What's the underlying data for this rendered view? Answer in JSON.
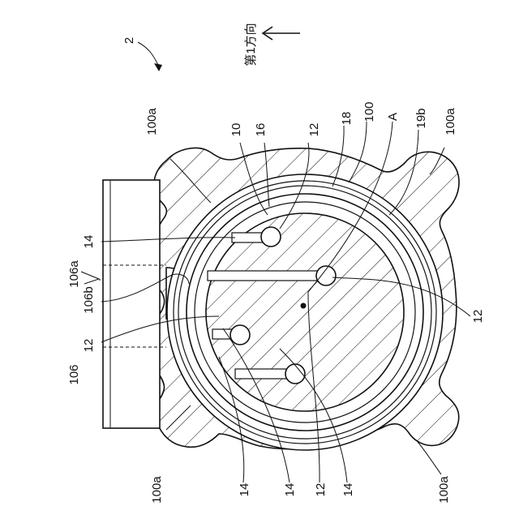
{
  "figure_number": "2",
  "direction_label": "第1方向",
  "labels": {
    "top_100a_left": "100a",
    "top_10": "10",
    "top_16": "16",
    "top_12": "12",
    "top_18": "18",
    "top_100": "100",
    "top_A": "A",
    "top_19b": "19b",
    "top_100a_right": "100a",
    "left_106a": "106a",
    "left_106b": "106b",
    "left_14": "14",
    "left_12": "12",
    "left_106": "106",
    "right_12": "12",
    "bottom_100a_left": "100a",
    "bottom_14_a": "14",
    "bottom_14_b": "14",
    "bottom_12": "12",
    "bottom_14_c": "14",
    "bottom_100a_right": "100a"
  }
}
